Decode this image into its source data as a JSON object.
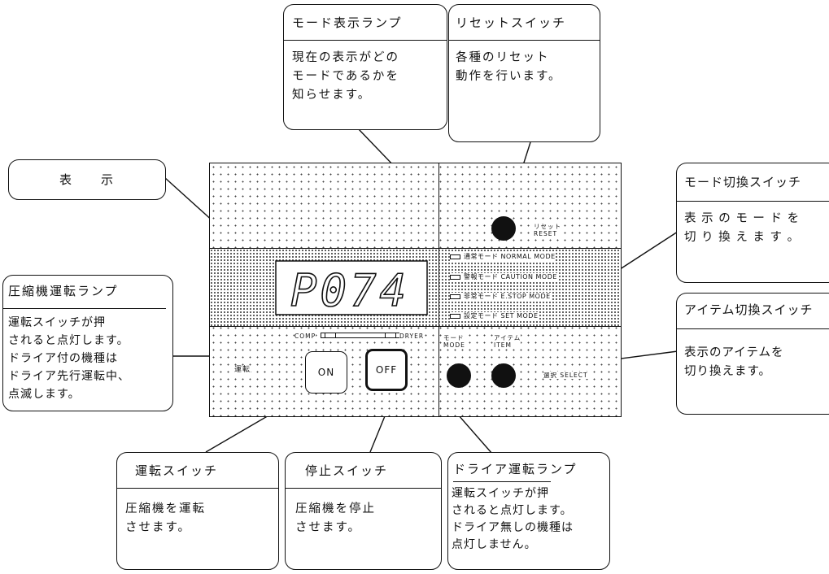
{
  "callouts": {
    "display": {
      "title": "表　　示"
    },
    "mode_lamp": {
      "title": "モード表示ランプ",
      "body": "現在の表示がどの\nモードであるかを\n知らせます。"
    },
    "reset_switch": {
      "title": "リセットスイッチ",
      "body": "各種のリセット\n動作を行います。"
    },
    "mode_switch": {
      "title": "モード切換スイッチ",
      "body": "表 示 の モ ー ド を\n切 り 換 え ま す 。"
    },
    "item_switch": {
      "title": "アイテム切換スイッチ",
      "body": "表示のアイテムを\n切り換えます。"
    },
    "comp_lamp": {
      "title": "圧縮機運転ランプ",
      "body": "運転スイッチが押\nされると点灯します。\nドライア付の機種は\nドライア先行運転中、\n点滅します。"
    },
    "run_switch": {
      "title": "運転スイッチ",
      "body": "圧縮機を運転\nさせます。"
    },
    "stop_switch": {
      "title": "停止スイッチ",
      "body": "圧縮機を停止\nさせます。"
    },
    "dryer_lamp": {
      "title": "ドライア運転ランプ",
      "body": "運転スイッチが押\nされると点灯します。\nドライア無しの機種は\n点灯しません。"
    }
  },
  "panel": {
    "display_value": "P074",
    "reset_label": "リセット\nRESET",
    "modes": [
      "通常モード NORMAL MODE",
      "警報モード CAUTION MODE",
      "非常モード E.STOP MODE",
      "設定モード SET MODE"
    ],
    "comp_label": "COMP",
    "dryer_label": "DRYER",
    "run_label": "運転",
    "on_label": "ON",
    "off_label": "OFF",
    "mode_label": "モード\nMODE",
    "item_label": "アイテム\nITEM",
    "select_label": "選択 SELECT"
  }
}
